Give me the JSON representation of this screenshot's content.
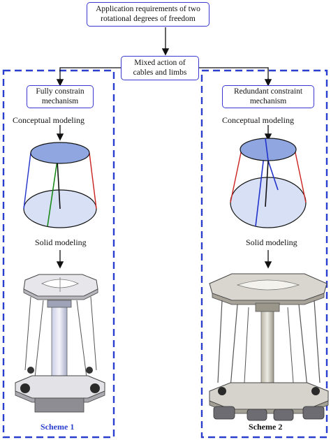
{
  "top_box": {
    "line1": "Application requirements of two",
    "line2": "rotational degrees of freedom"
  },
  "middle_box": {
    "line1": "Mixed action of",
    "line2": "cables and limbs"
  },
  "left": {
    "box_line1": "Fully constrain",
    "box_line2": "mechanism",
    "conceptual": "Conceptual modeling",
    "solid": "Solid modeling",
    "scheme": "Scheme 1"
  },
  "right": {
    "box_line1": "Redundant constraint",
    "box_line2": "mechanism",
    "conceptual": "Conceptual modeling",
    "solid": "Solid modeling",
    "scheme": "Scheme 2"
  },
  "colors": {
    "box_border": "#3a3ad0",
    "dashed_frame": "#2b3fcf",
    "top_platform": "#8fa6e0",
    "base_platform": "#d8e0f5",
    "cable_red": "#cc2222",
    "cable_blue": "#2233cc",
    "limb_green": "#1a8a1a",
    "scheme1_text": "#2b3fcf",
    "scheme2_text": "#111111"
  }
}
